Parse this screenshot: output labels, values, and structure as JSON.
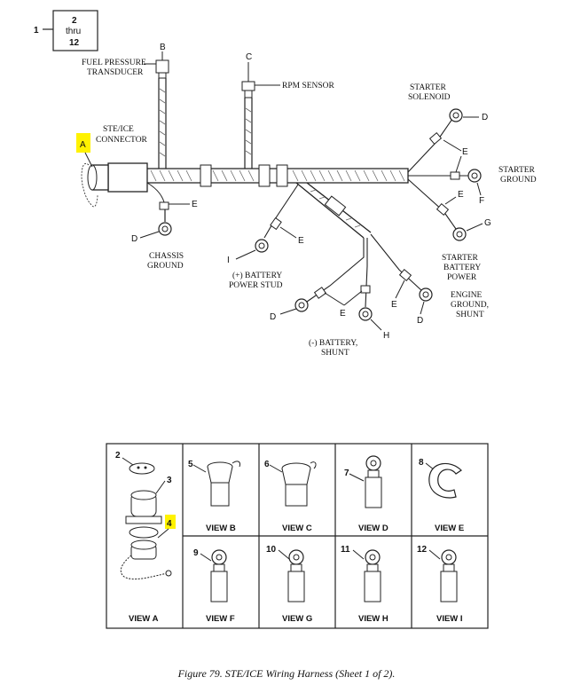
{
  "index_box": {
    "item": "1",
    "range_line1": "2",
    "range_line2": "thru",
    "range_line3": "12"
  },
  "labels": {
    "fuel_pressure_l1": "FUEL PRESSURE",
    "fuel_pressure_l2": "TRANSDUCER",
    "rpm_sensor": "RPM SENSOR",
    "ste_ice_l1": "STE/ICE",
    "ste_ice_l2": "CONNECTOR",
    "starter_solenoid_l1": "STARTER",
    "starter_solenoid_l2": "SOLENOID",
    "starter_ground_l1": "STARTER",
    "starter_ground_l2": "GROUND",
    "starter_battery_l1": "STARTER",
    "starter_battery_l2": "BATTERY",
    "starter_battery_l3": "POWER",
    "chassis_ground_l1": "CHASSIS",
    "chassis_ground_l2": "GROUND",
    "battery_stud_l1": "(+) BATTERY",
    "battery_stud_l2": "POWER STUD",
    "engine_ground_l1": "ENGINE",
    "engine_ground_l2": "GROUND,",
    "engine_ground_l3": "SHUNT",
    "neg_battery_l1": "(-) BATTERY,",
    "neg_battery_l2": "SHUNT"
  },
  "callouts": {
    "A": "A",
    "B": "B",
    "C": "C",
    "D": "D",
    "E": "E",
    "F": "F",
    "G": "G",
    "H": "H",
    "I": "I"
  },
  "views": {
    "n2": "2",
    "n3": "3",
    "n4": "4",
    "n5": "5",
    "n6": "6",
    "n7": "7",
    "n8": "8",
    "n9": "9",
    "n10": "10",
    "n11": "11",
    "n12": "12",
    "view_a": "VIEW A",
    "view_b": "VIEW B",
    "view_c": "VIEW C",
    "view_d": "VIEW D",
    "view_e": "VIEW E",
    "view_f": "VIEW F",
    "view_g": "VIEW G",
    "view_h": "VIEW H",
    "view_i": "VIEW I"
  },
  "caption": "Figure 79.  STE/ICE Wiring Harness (Sheet 1 of 2).",
  "colors": {
    "highlight": "#fff200",
    "line": "#222222"
  }
}
